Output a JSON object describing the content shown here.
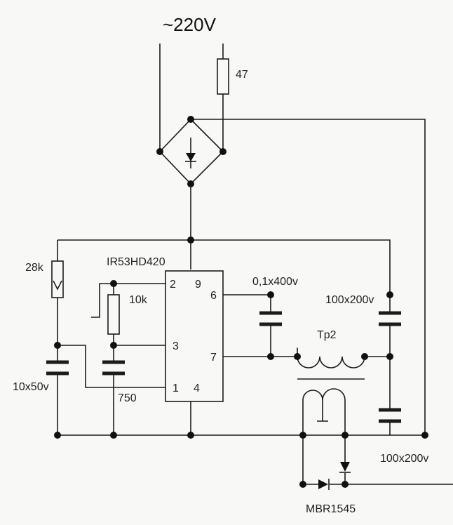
{
  "title": "~220V",
  "components": {
    "fuse_resistor": "47",
    "resistor_top_left": "28k",
    "ic_name": "IR53HD420",
    "pot": "10k",
    "cap_left": "10x50v",
    "resistor_bottom": "750",
    "cap_mid": "0,1x400v",
    "cap_right_top": "100x200v",
    "transformer": "Tp2",
    "cap_right_bottom": "100x200v",
    "diode": "MBR1545"
  },
  "ic_pins": {
    "p2": "2",
    "p9": "9",
    "p6": "6",
    "p3": "3",
    "p7": "7",
    "p1": "1",
    "p4": "4"
  }
}
